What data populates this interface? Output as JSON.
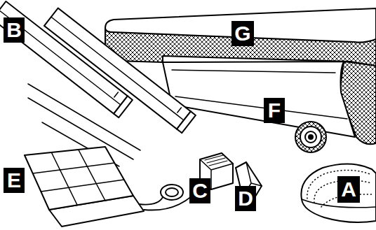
{
  "diagram": {
    "labels": [
      "B",
      "G",
      "F",
      "E",
      "C",
      "D",
      "A"
    ]
  }
}
